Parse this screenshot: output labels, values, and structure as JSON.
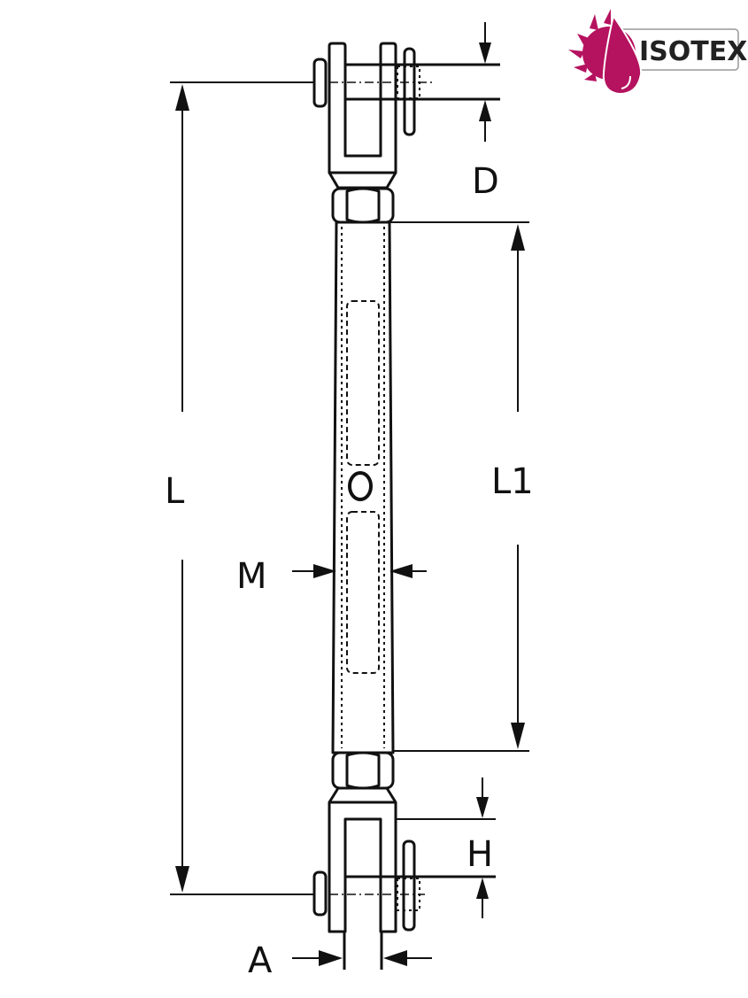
{
  "logo": {
    "text": "ISOTEX",
    "color": "#b5125f"
  },
  "labels": {
    "D": "D",
    "L": "L",
    "L1": "L1",
    "M": "M",
    "H": "H",
    "A": "A"
  }
}
